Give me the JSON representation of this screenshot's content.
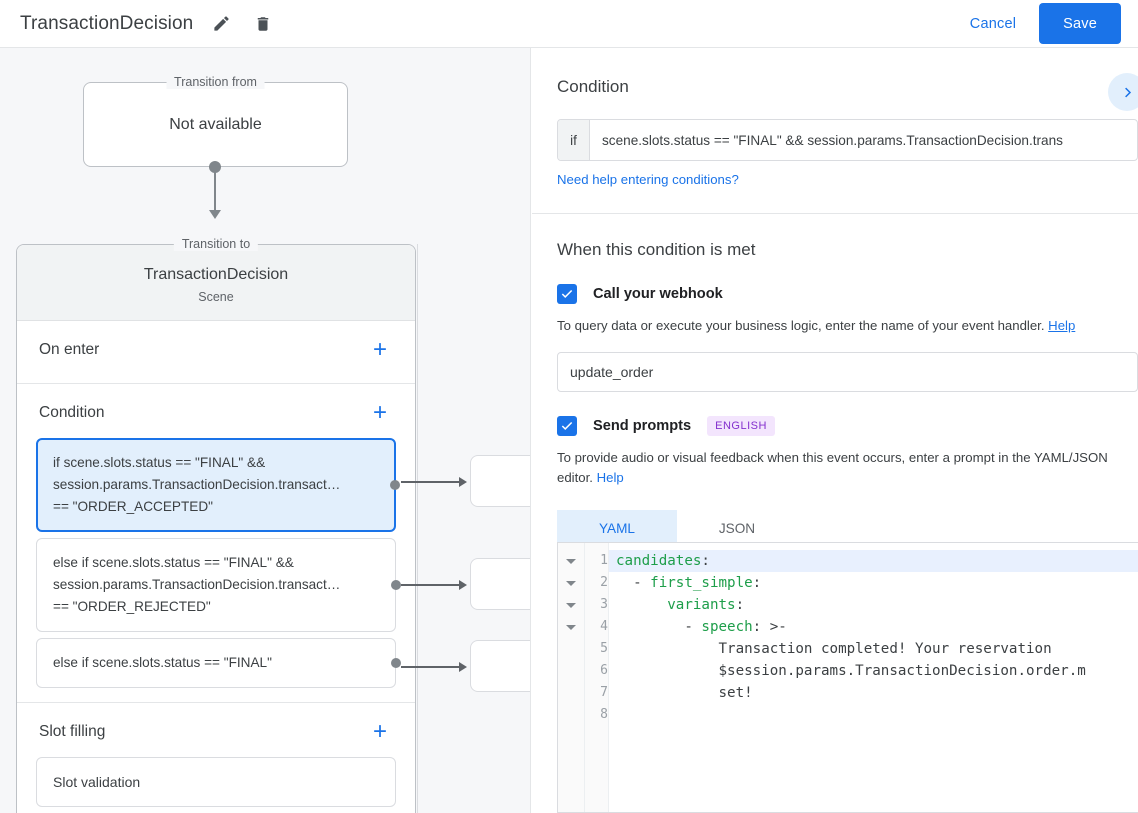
{
  "topbar": {
    "title": "TransactionDecision",
    "edit_icon": "pencil-icon",
    "delete_icon": "trash-icon",
    "cancel_label": "Cancel",
    "save_label": "Save"
  },
  "canvas": {
    "transition_from": {
      "legend": "Transition from",
      "title": "Not available"
    },
    "transition_to": {
      "legend": "Transition to",
      "name": "TransactionDecision",
      "subtitle": "Scene"
    },
    "sections": [
      {
        "title": "On enter",
        "add_label": "+"
      },
      {
        "title": "Condition",
        "add_label": "+"
      },
      {
        "title": "Slot filling",
        "add_label": "+"
      }
    ],
    "conditions": [
      {
        "line1": "if scene.slots.status == \"FINAL\" &&",
        "line2": "session.params.TransactionDecision.transact…",
        "line3": "== \"ORDER_ACCEPTED\"",
        "selected": true
      },
      {
        "line1": "else if scene.slots.status == \"FINAL\" &&",
        "line2": "session.params.TransactionDecision.transact…",
        "line3": "== \"ORDER_REJECTED\"",
        "selected": false
      },
      {
        "line1": "else if scene.slots.status == \"FINAL\"",
        "line2": "",
        "line3": "",
        "selected": false
      }
    ],
    "slot_filling": {
      "card_label": "Slot validation"
    }
  },
  "panel": {
    "condition_heading": "Condition",
    "if_label": "if",
    "condition_value": "scene.slots.status == \"FINAL\" && session.params.TransactionDecision.trans",
    "help_link": "Need help entering conditions?",
    "expand_icon": "chevron-right-icon",
    "met_heading": "When this condition is met",
    "webhook": {
      "label": "Call your webhook",
      "checked": true,
      "description": "To query data or execute your business logic, enter the name of your event handler.",
      "help_label": "Help",
      "value": "update_order",
      "placeholder": ""
    },
    "prompts": {
      "label": "Send prompts",
      "checked": true,
      "badge": "ENGLISH",
      "description": "To provide audio or visual feedback when this event occurs, enter a prompt in the YAML/JSON editor.",
      "help_label": "Help",
      "tabs": [
        {
          "label": "YAML",
          "active": true
        },
        {
          "label": "JSON",
          "active": false
        }
      ]
    },
    "editor": {
      "line_numbers": [
        "1",
        "2",
        "3",
        "4",
        "5",
        "6",
        "7",
        "8"
      ],
      "fold_rows": [
        1,
        2,
        3,
        4
      ],
      "active_line": 1,
      "lines": [
        {
          "n": 1,
          "tokens": [
            {
              "t": "candidates",
              "c": "k"
            },
            {
              "t": ":",
              "c": "p"
            }
          ]
        },
        {
          "n": 2,
          "tokens": [
            {
              "t": "  - ",
              "c": "p"
            },
            {
              "t": "first_simple",
              "c": "k"
            },
            {
              "t": ":",
              "c": "p"
            }
          ]
        },
        {
          "n": 3,
          "tokens": [
            {
              "t": "      ",
              "c": "p"
            },
            {
              "t": "variants",
              "c": "k"
            },
            {
              "t": ":",
              "c": "p"
            }
          ]
        },
        {
          "n": 4,
          "tokens": [
            {
              "t": "        - ",
              "c": "p"
            },
            {
              "t": "speech",
              "c": "k"
            },
            {
              "t": ": >-",
              "c": "p"
            }
          ]
        },
        {
          "n": 5,
          "tokens": [
            {
              "t": "            Transaction completed! Your reservation",
              "c": "s"
            }
          ]
        },
        {
          "n": 6,
          "tokens": [
            {
              "t": "            $session.params.TransactionDecision.order.m",
              "c": "s"
            }
          ]
        },
        {
          "n": 7,
          "tokens": [
            {
              "t": "            set!",
              "c": "s"
            }
          ]
        },
        {
          "n": 8,
          "tokens": [
            {
              "t": "",
              "c": "s"
            }
          ]
        }
      ]
    }
  },
  "colors": {
    "accent": "#1a73e8",
    "selected_bg": "#e2effc",
    "badge_bg": "#f3e5fd",
    "badge_fg": "#8430ce",
    "yaml_key": "#1e9e4a",
    "canvas_bg": "#f6f7f9"
  }
}
